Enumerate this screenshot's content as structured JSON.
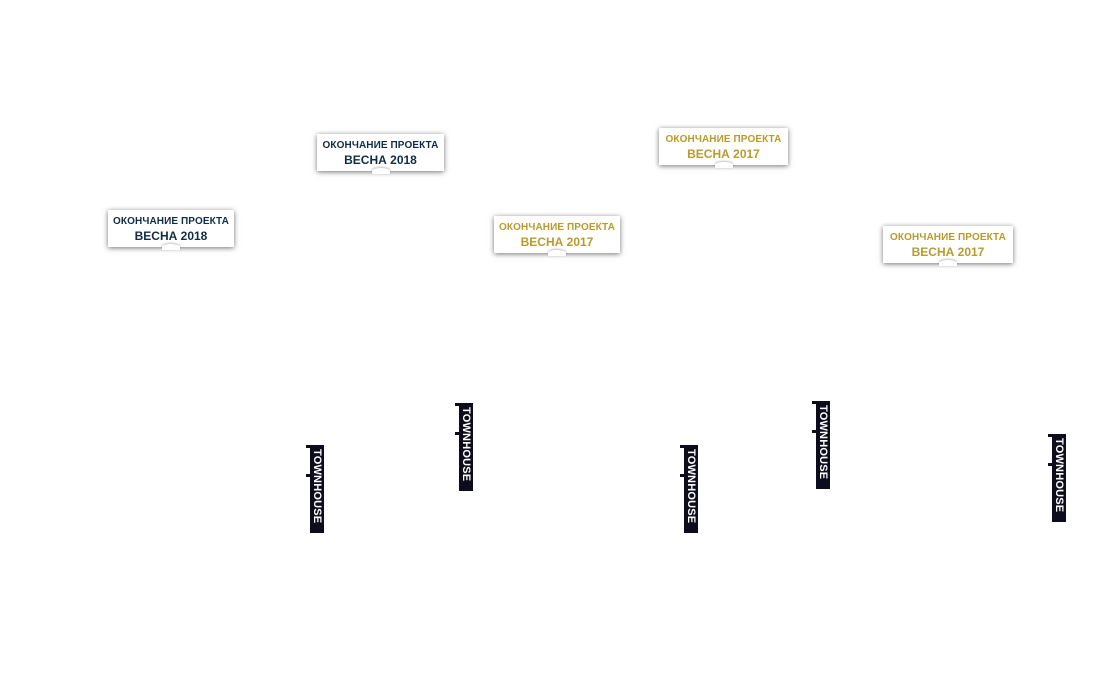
{
  "project_labels": [
    {
      "line1": "ОКОНЧАНИЕ ПРОЕКТА",
      "line2": "ВЕСНА 2018",
      "color": "#0f2d44"
    },
    {
      "line1": "ОКОНЧАНИЕ ПРОЕКТА",
      "line2": "ВЕСНА 2018",
      "color": "#0f2d44"
    },
    {
      "line1": "ОКОНЧАНИЕ ПРОЕКТА",
      "line2": "ВЕСНА 2017",
      "color": "#b89a2e"
    },
    {
      "line1": "ОКОНЧАНИЕ ПРОЕКТА",
      "line2": "ВЕСНА 2017",
      "color": "#b89a2e"
    },
    {
      "line1": "ОКОНЧАНИЕ ПРОЕКТА",
      "line2": "ВЕСНА 2017",
      "color": "#b89a2e"
    }
  ],
  "townhouse_tags": [
    {
      "label": "TOWNHOUSE"
    },
    {
      "label": "TOWNHOUSE"
    },
    {
      "label": "TOWNHOUSE"
    },
    {
      "label": "TOWNHOUSE"
    },
    {
      "label": "TOWNHOUSE"
    }
  ],
  "colors": {
    "navy": "#0f2d44",
    "gold": "#b89a2e",
    "tag_background": "#0c0c1c"
  }
}
